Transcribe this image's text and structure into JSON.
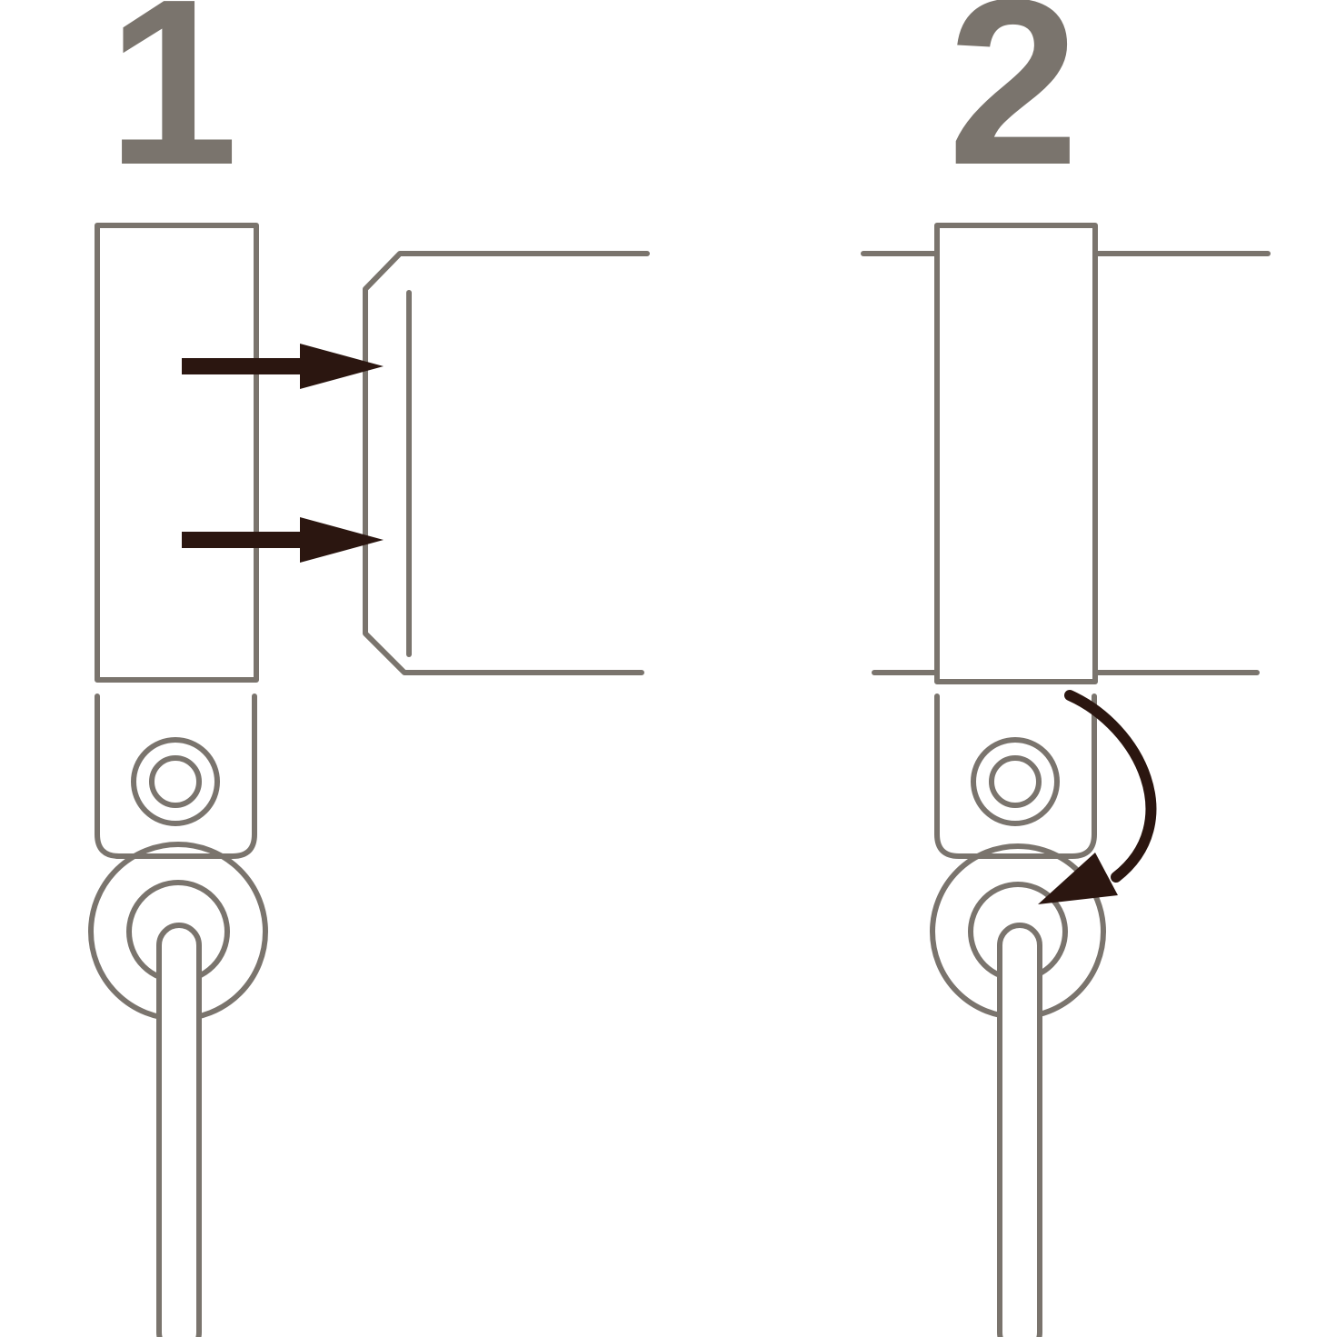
{
  "steps": [
    {
      "number": "1",
      "action": "push"
    },
    {
      "number": "2",
      "action": "rotate"
    }
  ],
  "colors": {
    "number": "#7a746d",
    "outline": "#7a746d",
    "arrow": "#2b1610",
    "background": "#ffffff"
  },
  "icons": [
    "push-arrow-icon",
    "rotate-arrow-icon"
  ]
}
